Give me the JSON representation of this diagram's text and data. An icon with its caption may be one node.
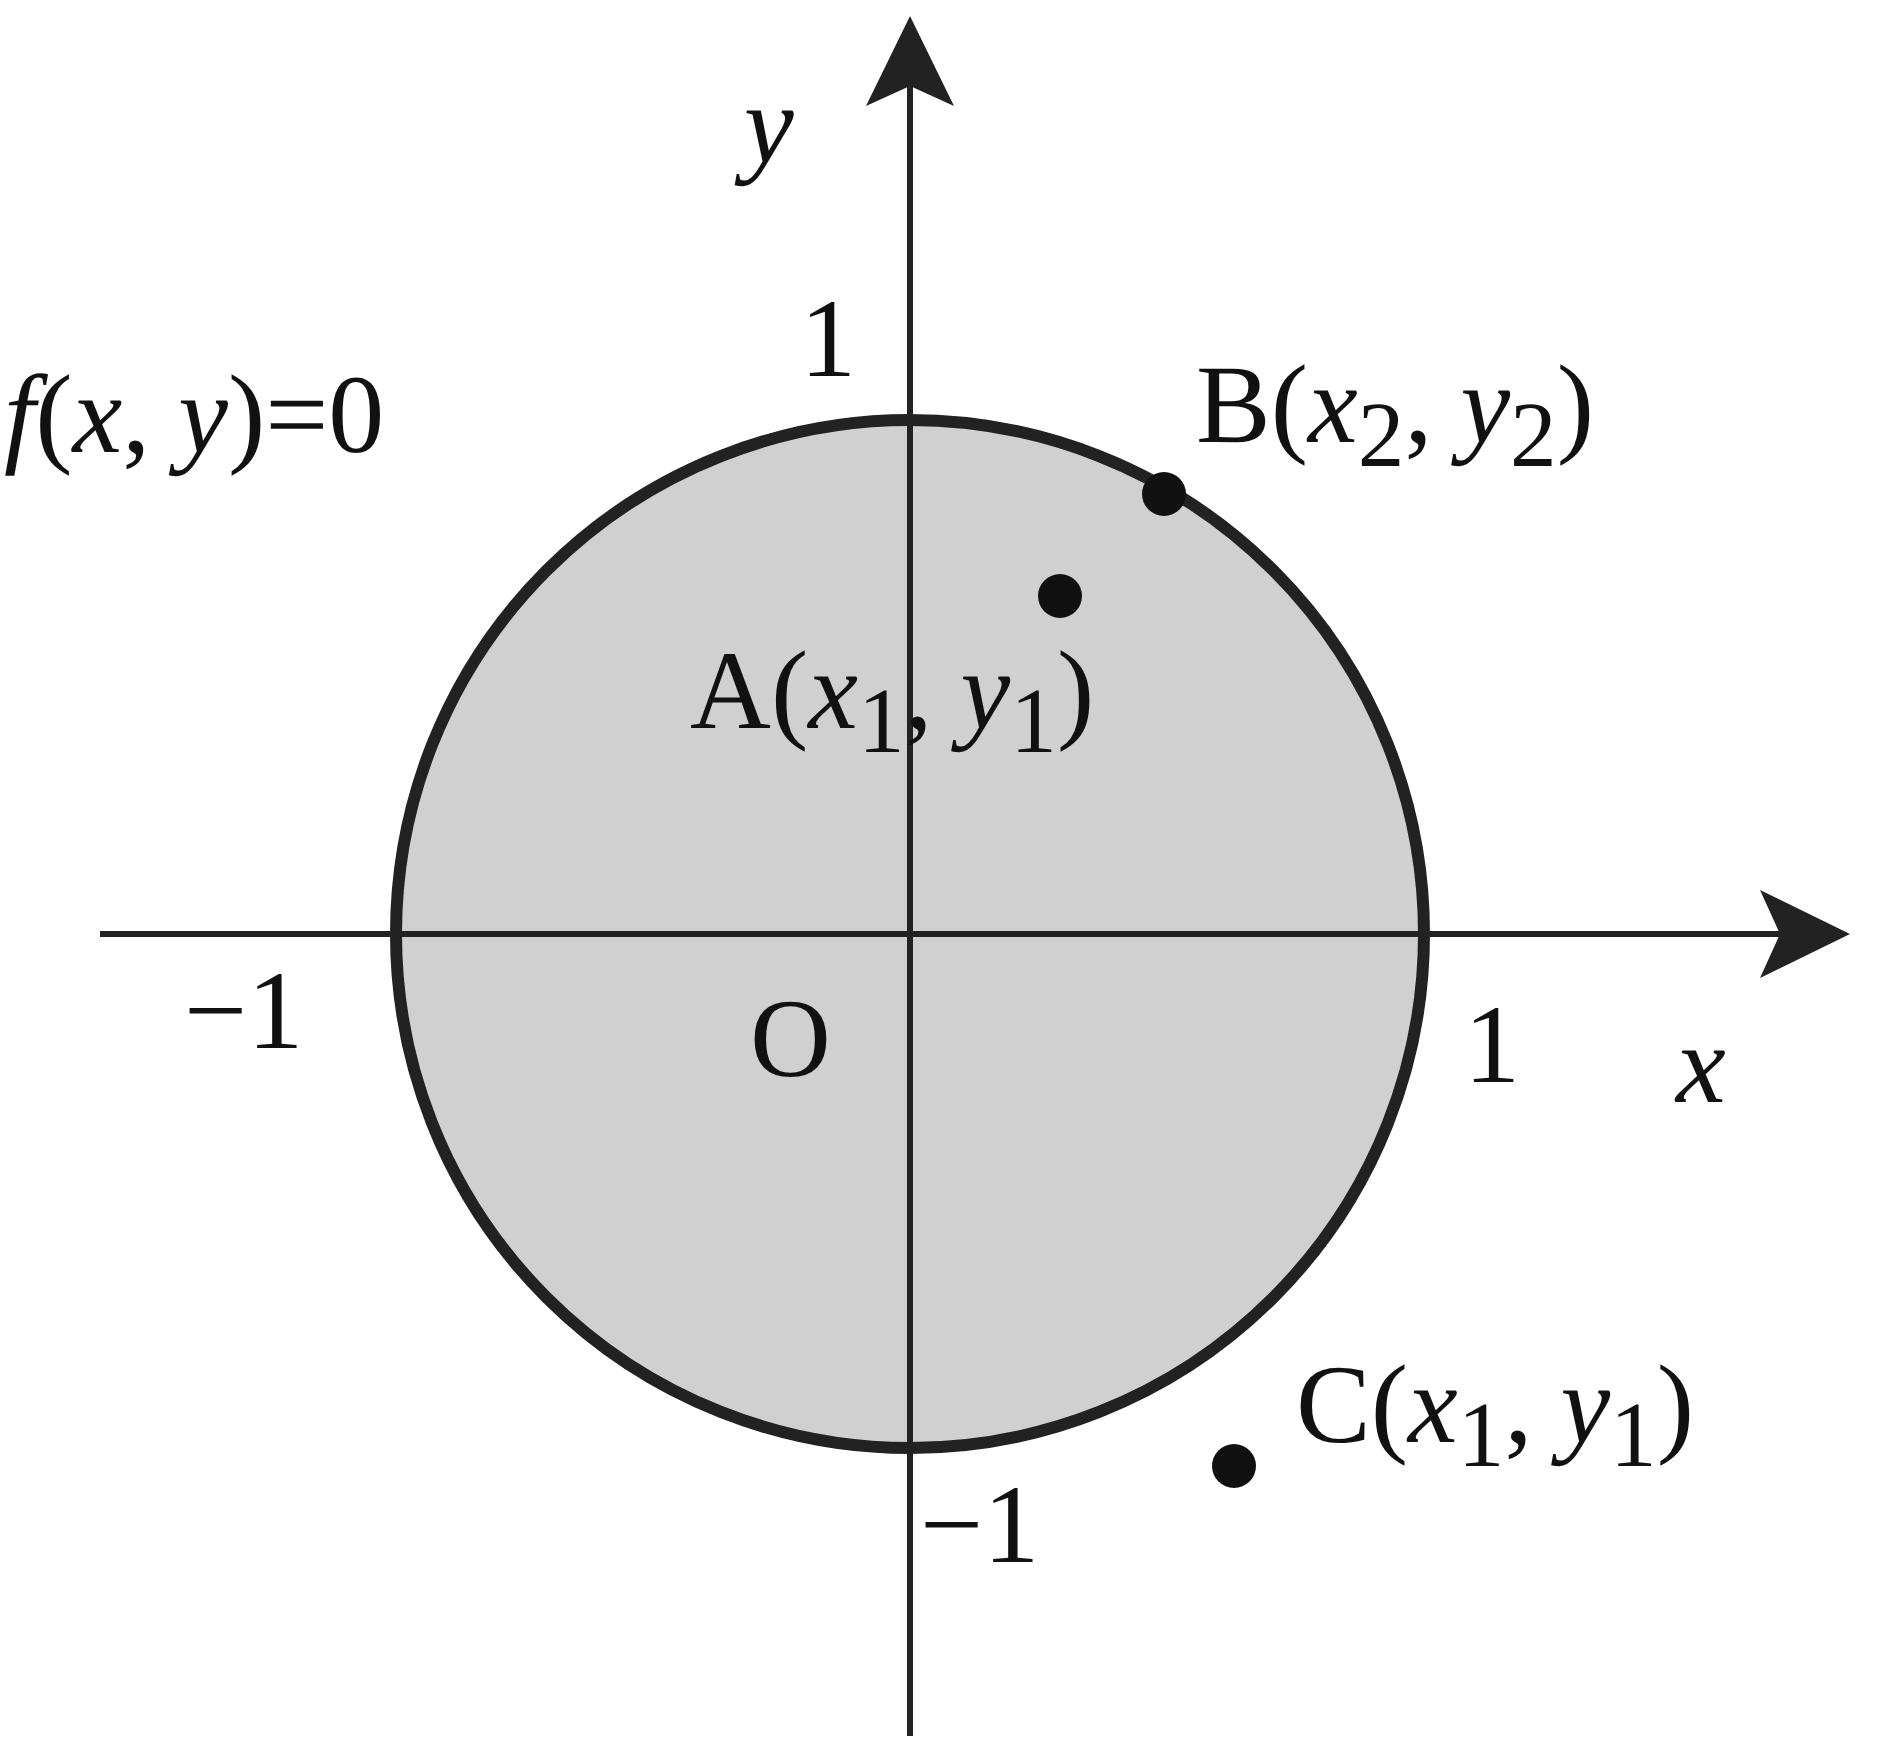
{
  "diagram": {
    "labels": [
      "*y*",
      "1",
      "*f*(*x*, *y*)=0",
      "B(*x*$_{2}$, *y*$_{2}$)",
      "A(*x*$_{1}$, *y*$_{1}$)",
      "−1",
      "O",
      "1",
      "*x*",
      "C(*x*$_{1}$, *y*$_{1}$)",
      "−1"
    ]
  }
}
